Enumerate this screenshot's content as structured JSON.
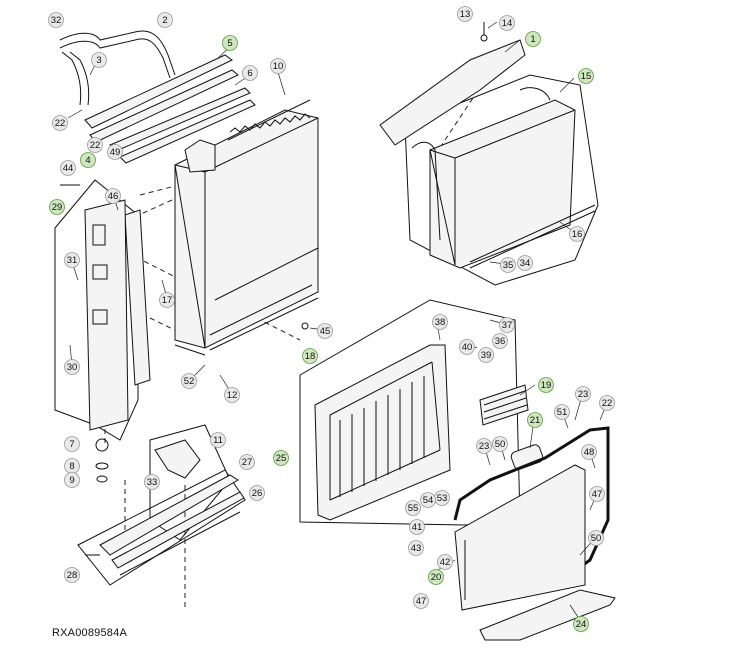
{
  "figure_id": "RXA0089584A",
  "callouts": [
    {
      "label": "32",
      "highlight": false
    },
    {
      "label": "2",
      "highlight": false
    },
    {
      "label": "3",
      "highlight": false
    },
    {
      "label": "5",
      "highlight": true
    },
    {
      "label": "6",
      "highlight": false
    },
    {
      "label": "10",
      "highlight": false
    },
    {
      "label": "22",
      "highlight": false
    },
    {
      "label": "22",
      "highlight": false
    },
    {
      "label": "4",
      "highlight": true
    },
    {
      "label": "49",
      "highlight": false
    },
    {
      "label": "44",
      "highlight": false
    },
    {
      "label": "29",
      "highlight": true
    },
    {
      "label": "46",
      "highlight": false
    },
    {
      "label": "31",
      "highlight": false
    },
    {
      "label": "30",
      "highlight": false
    },
    {
      "label": "17",
      "highlight": false
    },
    {
      "label": "45",
      "highlight": false
    },
    {
      "label": "52",
      "highlight": false
    },
    {
      "label": "12",
      "highlight": false
    },
    {
      "label": "7",
      "highlight": false
    },
    {
      "label": "8",
      "highlight": false
    },
    {
      "label": "9",
      "highlight": false
    },
    {
      "label": "11",
      "highlight": false
    },
    {
      "label": "33",
      "highlight": false
    },
    {
      "label": "27",
      "highlight": false
    },
    {
      "label": "25",
      "highlight": true
    },
    {
      "label": "26",
      "highlight": false
    },
    {
      "label": "28",
      "highlight": false
    },
    {
      "label": "13",
      "highlight": false
    },
    {
      "label": "14",
      "highlight": false
    },
    {
      "label": "1",
      "highlight": true
    },
    {
      "label": "15",
      "highlight": true
    },
    {
      "label": "16",
      "highlight": false
    },
    {
      "label": "35",
      "highlight": false
    },
    {
      "label": "34",
      "highlight": false
    },
    {
      "label": "38",
      "highlight": false
    },
    {
      "label": "37",
      "highlight": false
    },
    {
      "label": "36",
      "highlight": false
    },
    {
      "label": "40",
      "highlight": false
    },
    {
      "label": "39",
      "highlight": false
    },
    {
      "label": "18",
      "highlight": true
    },
    {
      "label": "19",
      "highlight": true
    },
    {
      "label": "23",
      "highlight": false
    },
    {
      "label": "22",
      "highlight": false
    },
    {
      "label": "21",
      "highlight": true
    },
    {
      "label": "51",
      "highlight": false
    },
    {
      "label": "23",
      "highlight": false
    },
    {
      "label": "50",
      "highlight": false
    },
    {
      "label": "48",
      "highlight": false
    },
    {
      "label": "47",
      "highlight": false
    },
    {
      "label": "53",
      "highlight": false
    },
    {
      "label": "54",
      "highlight": false
    },
    {
      "label": "55",
      "highlight": false
    },
    {
      "label": "41",
      "highlight": false
    },
    {
      "label": "43",
      "highlight": false
    },
    {
      "label": "42",
      "highlight": false
    },
    {
      "label": "50",
      "highlight": false
    },
    {
      "label": "20",
      "highlight": true
    },
    {
      "label": "47",
      "highlight": false
    },
    {
      "label": "24",
      "highlight": true
    }
  ]
}
